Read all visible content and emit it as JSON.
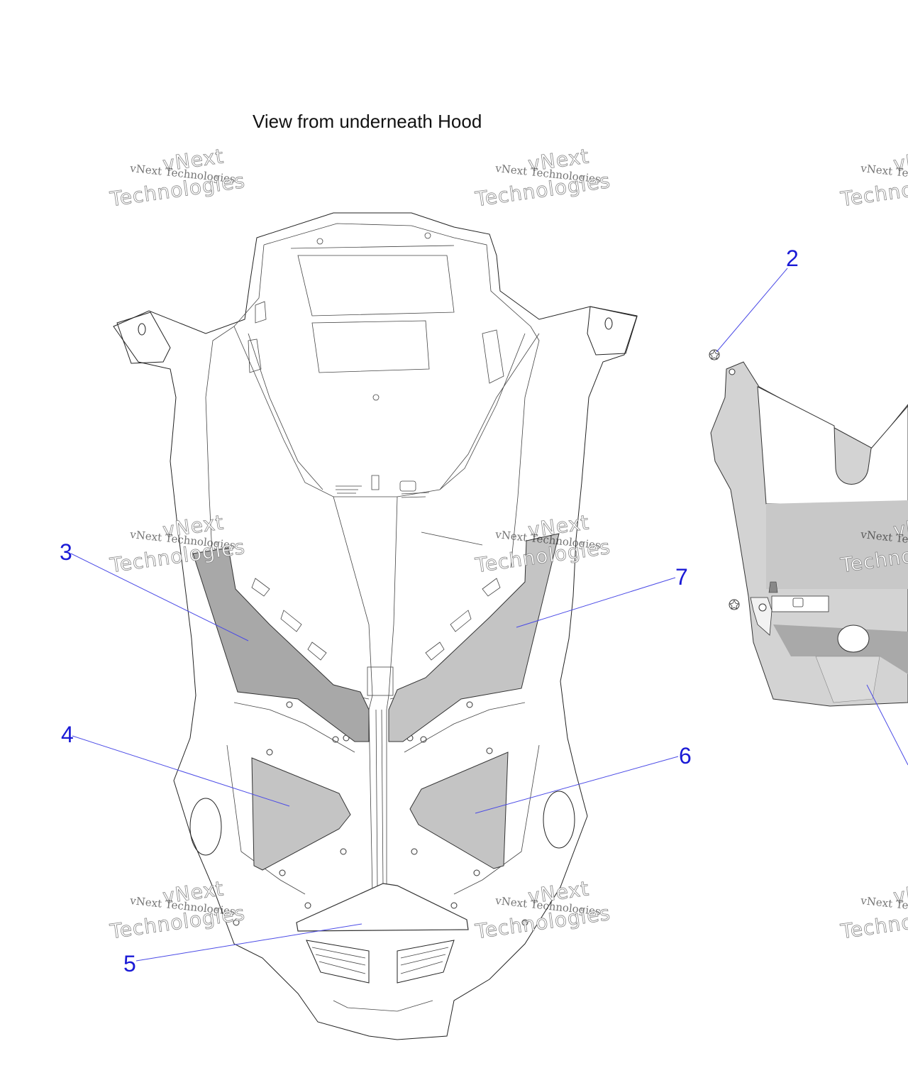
{
  "title": "View from underneath Hood",
  "watermark": "vNext Technologies",
  "watermark_big": "vNext",
  "watermark_big2": "Technologies",
  "callouts": [
    {
      "id": "2",
      "label": "2"
    },
    {
      "id": "3",
      "label": "3"
    },
    {
      "id": "4",
      "label": "4"
    },
    {
      "id": "5",
      "label": "5"
    },
    {
      "id": "6",
      "label": "6"
    },
    {
      "id": "7",
      "label": "7"
    }
  ],
  "colors": {
    "callout": "#1a1ad6",
    "panel_dark": "#a8a8a8",
    "panel_light": "#c4c4c4",
    "part_gray": "#cfcfcf"
  }
}
